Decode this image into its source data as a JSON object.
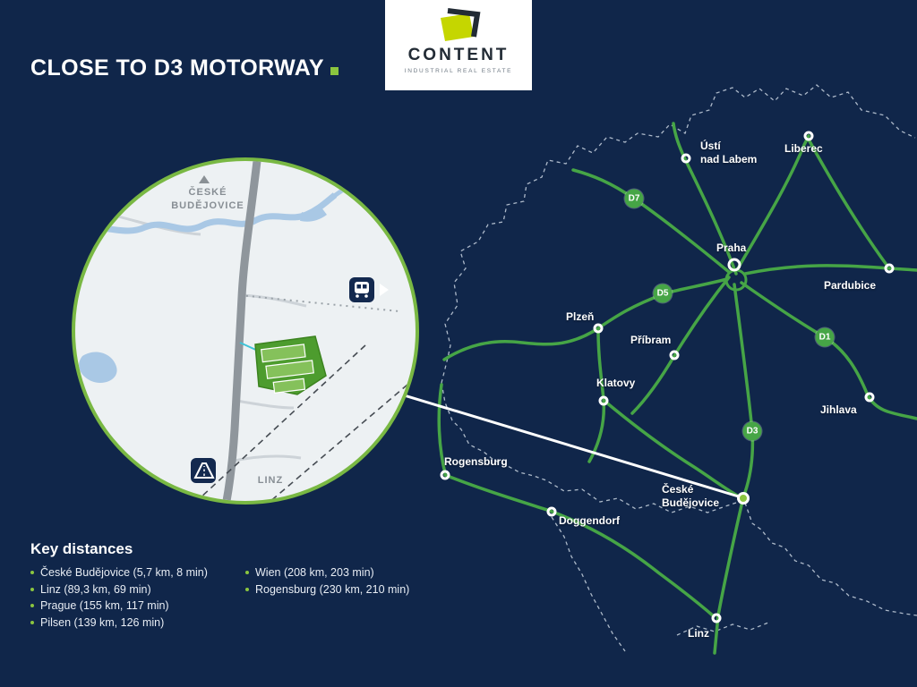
{
  "title": "CLOSE TO D3 MOTORWAY",
  "logo": {
    "name": "CONTENT",
    "subtitle": "INDUSTRIAL REAL ESTATE"
  },
  "inset": {
    "top_label_line1": "ČESKÉ",
    "top_label_line2": "BUDĚJOVICE",
    "bottom_label": "LINZ"
  },
  "map": {
    "road_badges": [
      {
        "label": "D7"
      },
      {
        "label": "D5"
      },
      {
        "label": "D1"
      },
      {
        "label": "D3"
      }
    ],
    "cities": [
      {
        "name": "Ústí nad Labem",
        "line1": "Ústí",
        "line2": "nad Labem"
      },
      {
        "name": "Liberec"
      },
      {
        "name": "Praha"
      },
      {
        "name": "Pardubice"
      },
      {
        "name": "Plzeň"
      },
      {
        "name": "Příbram"
      },
      {
        "name": "Klatovy"
      },
      {
        "name": "Jihlava"
      },
      {
        "name": "České Budějovice",
        "line1": "České",
        "line2": "Budějovice"
      },
      {
        "name": "Rogensburg"
      },
      {
        "name": "Doggendorf"
      },
      {
        "name": "Linz"
      }
    ]
  },
  "key_distances": {
    "heading": "Key distances",
    "column1": [
      "České Budějovice (5,7 km, 8 min)",
      "Linz (89,3 km, 69 min)",
      "Prague (155 km, 117 min)",
      "Pilsen (139 km, 126 min)"
    ],
    "column2": [
      "Wien (208 km, 203 min)",
      "Rogensburg (230 km, 210 min)"
    ]
  },
  "colors": {
    "background": "#10264a",
    "accent_green": "#8bc53f",
    "road_green": "#46a546",
    "logo_green": "#c5d600"
  }
}
